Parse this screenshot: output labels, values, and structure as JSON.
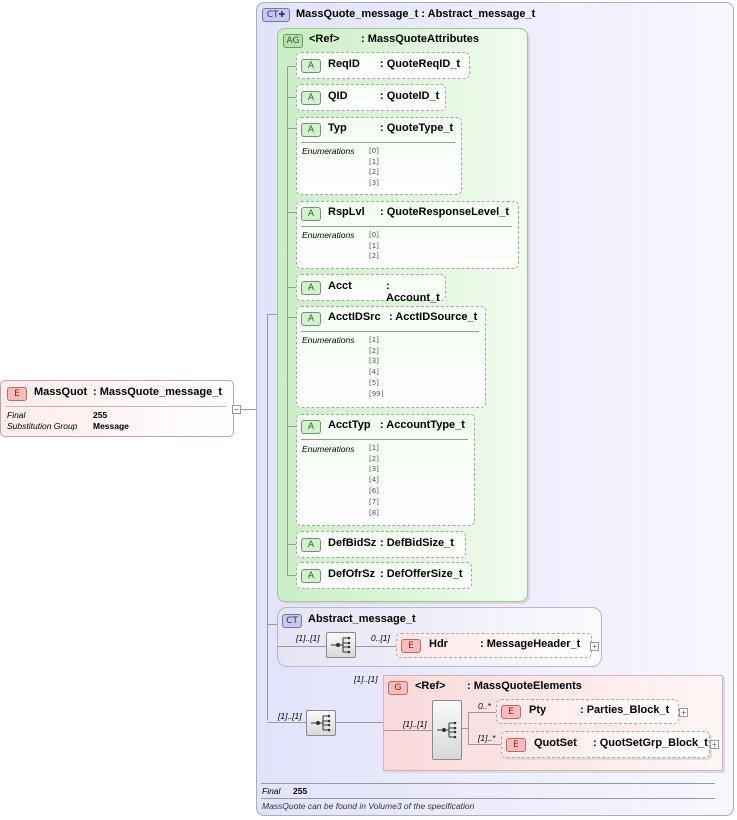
{
  "root": {
    "tag": "E",
    "name": "MassQuot",
    "type": ": MassQuote_message_t",
    "props": [
      {
        "label": "Final",
        "value": "255"
      },
      {
        "label": "Substitution Group",
        "value": "Message"
      }
    ]
  },
  "complex_type": {
    "tag": "CT",
    "title": "MassQuote_message_t : Abstract_message_t",
    "footer_final_label": "Final",
    "footer_final_value": "255",
    "footer_note": "MassQuote can be found in Volume3 of the specification"
  },
  "attribute_group": {
    "tag": "AG",
    "ref": "<Ref>",
    "name": ": MassQuoteAttributes"
  },
  "attributes": [
    {
      "tag": "A",
      "name": "ReqID",
      "type": ": QuoteReqID_t",
      "enum_label": "",
      "enums": []
    },
    {
      "tag": "A",
      "name": "QID",
      "type": ": QuoteID_t",
      "enum_label": "",
      "enums": []
    },
    {
      "tag": "A",
      "name": "Typ",
      "type": ": QuoteType_t",
      "enum_label": "Enumerations",
      "enums": [
        "[0]",
        "[1]",
        "[2]",
        "[3]"
      ]
    },
    {
      "tag": "A",
      "name": "RspLvl",
      "type": ": QuoteResponseLevel_t",
      "enum_label": "Enumerations",
      "enums": [
        "[0]",
        "[1]",
        "[2]"
      ]
    },
    {
      "tag": "A",
      "name": "Acct",
      "type": ": Account_t",
      "enum_label": "",
      "enums": []
    },
    {
      "tag": "A",
      "name": "AcctIDSrc",
      "type": ": AcctIDSource_t",
      "enum_label": "Enumerations",
      "enums": [
        "[1]",
        "[2]",
        "[3]",
        "[4]",
        "[5]",
        "[99]"
      ]
    },
    {
      "tag": "A",
      "name": "AcctTyp",
      "type": ": AccountType_t",
      "enum_label": "Enumerations",
      "enums": [
        "[1]",
        "[2]",
        "[3]",
        "[4]",
        "[6]",
        "[7]",
        "[8]"
      ]
    },
    {
      "tag": "A",
      "name": "DefBidSz",
      "type": ": DefBidSize_t",
      "enum_label": "",
      "enums": []
    },
    {
      "tag": "A",
      "name": "DefOfrSz",
      "type": ": DefOfferSize_t",
      "enum_label": "",
      "enums": []
    }
  ],
  "abstract": {
    "tag": "CT",
    "title": "Abstract_message_t",
    "seq_card": "[1]..[1]",
    "hdr_card": "0..[1]",
    "hdr_tag": "E",
    "hdr_name": "Hdr",
    "hdr_type": ": MessageHeader_t"
  },
  "group": {
    "outer_card": "[1]..[1]",
    "group_card": "[1]..[1]",
    "tag": "G",
    "ref": "<Ref>",
    "name": ": MassQuoteElements",
    "inner_card": "[1]..[1]",
    "children": [
      {
        "card": "0..*",
        "tag": "E",
        "name": "Pty",
        "type": ": Parties_Block_t"
      },
      {
        "card": "[1]..*",
        "tag": "E",
        "name": "QuotSet",
        "type": ": QuotSetGrp_Block_t"
      }
    ]
  },
  "icons": {
    "plus": "+",
    "minus": "−"
  }
}
